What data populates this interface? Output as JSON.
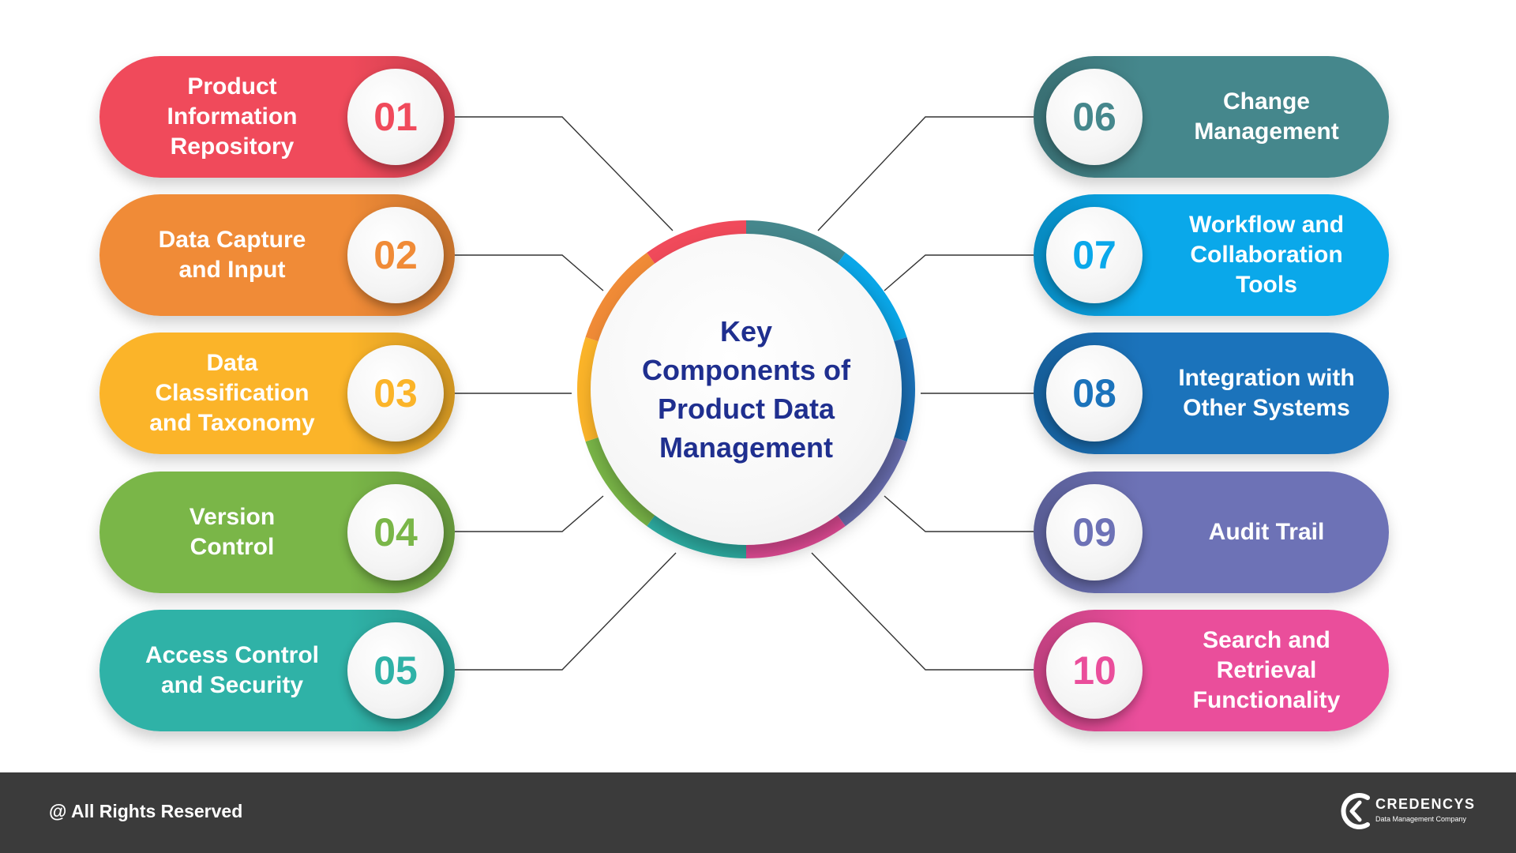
{
  "center_title": "Key\nComponents of\nProduct Data\nManagement",
  "components": [
    {
      "number": "01",
      "label": "Product\nInformation\nRepository",
      "color": "#f04a5b"
    },
    {
      "number": "02",
      "label": "Data Capture\nand Input",
      "color": "#f08b37"
    },
    {
      "number": "03",
      "label": "Data\nClassification\nand Taxonomy",
      "color": "#fbb429"
    },
    {
      "number": "04",
      "label": "Version\nControl",
      "color": "#7ab648"
    },
    {
      "number": "05",
      "label": "Access Control\nand Security",
      "color": "#2fb2a7"
    },
    {
      "number": "06",
      "label": "Change\nManagement",
      "color": "#45878c"
    },
    {
      "number": "07",
      "label": "Workflow and\nCollaboration\nTools",
      "color": "#0aa8ea"
    },
    {
      "number": "08",
      "label": "Integration with\nOther Systems",
      "color": "#1b73bb"
    },
    {
      "number": "09",
      "label": "Audit Trail",
      "color": "#6d72b6"
    },
    {
      "number": "10",
      "label": "Search and\nRetrieval\nFunctionality",
      "color": "#ea4e9b"
    }
  ],
  "footer": {
    "rights": "@ All Rights Reserved",
    "brand_name": "CREDENCYS",
    "brand_tagline": "Data Management Company"
  }
}
